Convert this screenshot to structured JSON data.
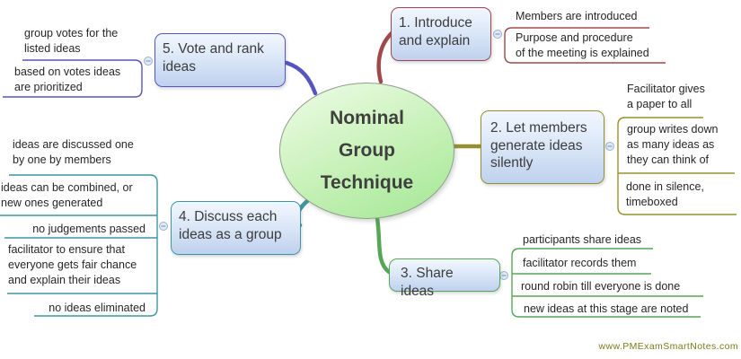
{
  "center": {
    "label": "Nominal\nGroup\nTechnique",
    "fill_top": "#effce8",
    "fill_bottom": "#a3e793"
  },
  "watermark": "www.PMExamSmartNotes.com",
  "icons": {
    "collapse_symbol": "minus"
  },
  "branches": [
    {
      "label": "1. Introduce\nand explain",
      "color": "#a0494b",
      "children": [
        "Members are introduced",
        "Purpose and procedure\nof the meeting is explained"
      ]
    },
    {
      "label": "2. Let members\ngenerate ideas\nsilently",
      "color": "#96912e",
      "children": [
        "Facilitator gives\na paper to all",
        "group writes down\nas many ideas as\nthey can think of",
        "done in silence,\ntimeboxed"
      ]
    },
    {
      "label": "3. Share ideas",
      "color": "#57a657",
      "children": [
        "participants share ideas",
        "facilitator records them",
        "round robin till everyone is done",
        "new ideas at this stage are noted"
      ]
    },
    {
      "label": "4. Discuss each\nideas as a group",
      "color": "#3f96a2",
      "children": [
        "ideas are discussed one\nby one by members",
        "ideas can be combined, or\nnew ones generated",
        "no judgements passed",
        "facilitator to ensure that\neveryone gets fair chance\nand explain their ideas",
        "no ideas eliminated"
      ]
    },
    {
      "label": "5. Vote and rank\nideas",
      "color": "#5457be",
      "children": [
        "group votes for the\nlisted ideas",
        "based on votes ideas\nare prioritized"
      ]
    }
  ]
}
